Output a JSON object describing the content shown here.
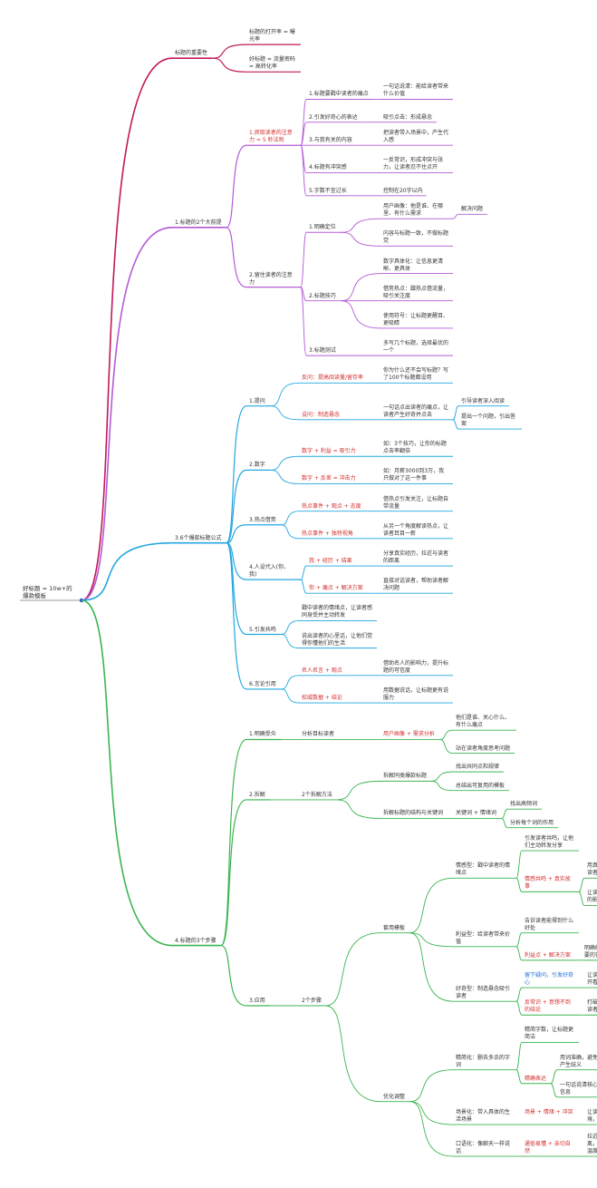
{
  "palette": {
    "root": "#2a5ccf",
    "b1": "#c2185b",
    "b2": "#b35ad6",
    "b3": "#22a7e0",
    "b4": "#3cb550",
    "red": "#d32f2f",
    "blue": "#1e6fd9",
    "orange": "#e67e22",
    "text": "#333333"
  },
  "root": {
    "text": "好标题 = 10w+的爆款模板"
  },
  "branches": [
    {
      "color": "b1",
      "text": "标题的重要性",
      "children": [
        {
          "text": "标题的打开率 = 曝光率"
        },
        {
          "text": "好标题 = 流量密码 = 高转化率"
        }
      ]
    },
    {
      "color": "b2",
      "text": "1.标题的2个大前提",
      "children": [
        {
          "text": "1.抓取读者的注意力 = 5 秒法则",
          "tc": "red",
          "children": [
            {
              "text": "1.标题要戳中读者的痛点",
              "children": [
                {
                  "text": "一句话说清：能给读者带来什么价值"
                }
              ]
            },
            {
              "text": "2.引发好奇心的表达",
              "children": [
                {
                  "text": "吸引点击：形成悬念"
                }
              ]
            },
            {
              "text": "3.与我有关的内容",
              "children": [
                {
                  "text": "把读者带入场景中，产生代入感"
                }
              ]
            },
            {
              "text": "4.标题有冲突感",
              "children": [
                {
                  "text": "一反常识，形成冲突与张力，让读者忍不住点开"
                }
              ]
            },
            {
              "text": "5.字数不宜过长",
              "children": [
                {
                  "text": "控制在20字以内"
                }
              ]
            }
          ]
        },
        {
          "text": "2.留住读者的注意力",
          "children": [
            {
              "text": "1.明确定位",
              "children": [
                {
                  "text": "用户画像：他是谁、在哪里、有什么需求",
                  "children": [
                    {
                      "text": "解决问题"
                    }
                  ]
                },
                {
                  "text": "内容与标题一致，不做标题党"
                }
              ]
            },
            {
              "text": "2.标题技巧",
              "children": [
                {
                  "text": "数字具体化：让信息更清晰、更具体"
                },
                {
                  "text": "借势热点：蹭热点借流量，吸引关注度"
                },
                {
                  "text": "使用符号：让标题更醒目、更吸睛"
                }
              ]
            },
            {
              "text": "3.标题测试",
              "children": [
                {
                  "text": "多写几个标题，选择最优的一个"
                }
              ]
            }
          ]
        }
      ]
    },
    {
      "color": "b3",
      "text": "3.6个爆款标题公式",
      "children": [
        {
          "text": "1.提问",
          "children": [
            {
              "text": "反问：提高阅读量/留存率",
              "tc": "red",
              "children": [
                {
                  "text": "你为什么还不会写标题？写了100个标题都没用"
                }
              ]
            },
            {
              "text": "设问：制造悬念",
              "tc": "red",
              "children": [
                {
                  "text": "一句话点出读者的痛点，让读者产生好奇并点击",
                  "children": [
                    {
                      "text": "引导读者深入阅读"
                    },
                    {
                      "text": "提出一个问题，引出答案"
                    }
                  ]
                }
              ]
            }
          ]
        },
        {
          "text": "2.数字",
          "children": [
            {
              "text": "数字 + 利益 = 吸引力",
              "tc": "red",
              "children": [
                {
                  "text": "如：3个技巧，让你的标题点击率翻倍"
                }
              ]
            },
            {
              "text": "数字 + 反差 = 冲击力",
              "tc": "red",
              "children": [
                {
                  "text": "如：月薪3000到3万，我只做对了这一件事"
                }
              ]
            }
          ]
        },
        {
          "text": "3.热点借势",
          "children": [
            {
              "text": "热点事件 + 观点 + 态度",
              "tc": "red",
              "children": [
                {
                  "text": "借热点引发关注，让标题自带流量"
                }
              ]
            },
            {
              "text": "热点事件 + 独特视角",
              "tc": "red",
              "children": [
                {
                  "text": "从另一个角度解读热点，让读者耳目一新"
                }
              ]
            }
          ]
        },
        {
          "text": "4.人设代入(你、我)",
          "children": [
            {
              "text": "我 + 经历 + 结果",
              "tc": "red",
              "children": [
                {
                  "text": "分享真实经历，拉近与读者的距离"
                }
              ]
            },
            {
              "text": "你 + 痛点 + 解决方案",
              "tc": "red",
              "children": [
                {
                  "text": "直接对话读者，帮助读者解决问题"
                }
              ]
            }
          ]
        },
        {
          "text": "5.引发共鸣",
          "children": [
            {
              "text": "戳中读者的情绪点，让读者感同身受并主动转发"
            },
            {
              "text": "说出读者的心里话，让他们觉得你懂他们的生活"
            }
          ]
        },
        {
          "text": "6.言论引用",
          "children": [
            {
              "text": "名人名言 + 观点",
              "tc": "red",
              "children": [
                {
                  "text": "借助名人的影响力，提升标题的可信度"
                }
              ]
            },
            {
              "text": "权威数据 + 结论",
              "tc": "red",
              "children": [
                {
                  "text": "用数据说话，让标题更有说服力"
                }
              ]
            }
          ]
        }
      ]
    },
    {
      "color": "b4",
      "text": "4.标题的3个步骤",
      "children": [
        {
          "text": "1.明确受众",
          "children": [
            {
              "text": "分析目标读者",
              "children": [
                {
                  "text": "用户画像 + 需求分析",
                  "tc": "red",
                  "children": [
                    {
                      "text": "他们是谁、关心什么、有什么痛点"
                    },
                    {
                      "text": "站在读者角度思考问题"
                    }
                  ]
                }
              ]
            }
          ]
        },
        {
          "text": "2.拆解",
          "children": [
            {
              "text": "2个拆解方法",
              "children": [
                {
                  "text": "拆解同类爆款标题",
                  "children": [
                    {
                      "text": "找出共同点和规律"
                    },
                    {
                      "text": "总结出可复用的模板"
                    }
                  ]
                },
                {
                  "text": "拆解标题的结构与关键词",
                  "children": [
                    {
                      "text": "关键词 + 情绪词",
                      "children": [
                        {
                          "text": "找出高频词"
                        },
                        {
                          "text": "分析每个词的作用"
                        }
                      ]
                    }
                  ]
                }
              ]
            }
          ]
        },
        {
          "text": "3.应用",
          "children": [
            {
              "text": "2个步骤",
              "children": [
                {
                  "text": "套用模板",
                  "children": [
                    {
                      "text": "情感型：戳中读者的情绪点",
                      "children": [
                        {
                          "text": "引发读者共鸣，让他们主动转发分享"
                        },
                        {
                          "text": "情感共鸣 + 真实故事",
                          "tc": "red",
                          "children": [
                            {
                              "text": "用真实故事打动读者"
                            },
                            {
                              "text": "让读者看到自己的影子"
                            }
                          ]
                        }
                      ]
                    },
                    {
                      "text": "利益型：给读者带来价值",
                      "children": [
                        {
                          "text": "告诉读者能得到什么好处"
                        },
                        {
                          "text": "利益点 + 解决方案",
                          "tc": "red",
                          "children": [
                            {
                              "text": "明确给出读者想要的答案"
                            }
                          ]
                        }
                      ]
                    },
                    {
                      "text": "好奇型：制造悬念吸引读者",
                      "children": [
                        {
                          "text": "留下疑问，引发好奇心",
                          "tc": "blue",
                          "children": [
                            {
                              "text": "让读者忍不住点开看结果"
                            }
                          ]
                        },
                        {
                          "text": "反常识 + 意想不到的结论",
                          "tc": "red",
                          "children": [
                            {
                              "text": "打破认知，颠覆读者的固有思维"
                            }
                          ]
                        }
                      ]
                    }
                  ]
                },
                {
                  "text": "优化调整",
                  "children": [
                    {
                      "text": "精简化：删去多余的字词",
                      "children": [
                        {
                          "text": "精简字数，让标题更简洁"
                        },
                        {
                          "text": "精确表达",
                          "tc": "red",
                          "children": [
                            {
                              "text": "用词准确，避免产生歧义"
                            },
                            {
                              "text": "一句话说清核心信息"
                            }
                          ]
                        }
                      ]
                    },
                    {
                      "text": "场景化：带入具体的生活场景",
                      "children": [
                        {
                          "text": "场景 + 情绪 + 冲突",
                          "tc": "red",
                          "children": [
                            {
                              "text": "让读者身临其境，产生代入感"
                            }
                          ]
                        }
                      ]
                    },
                    {
                      "text": "口语化：像聊天一样说话",
                      "children": [
                        {
                          "text": "通俗易懂 + 亲切自然",
                          "tc": "red",
                          "children": [
                            {
                              "text": "拉近与读者的距离，让标题更有温度"
                            }
                          ]
                        }
                      ]
                    }
                  ]
                }
              ]
            }
          ]
        }
      ]
    }
  ]
}
